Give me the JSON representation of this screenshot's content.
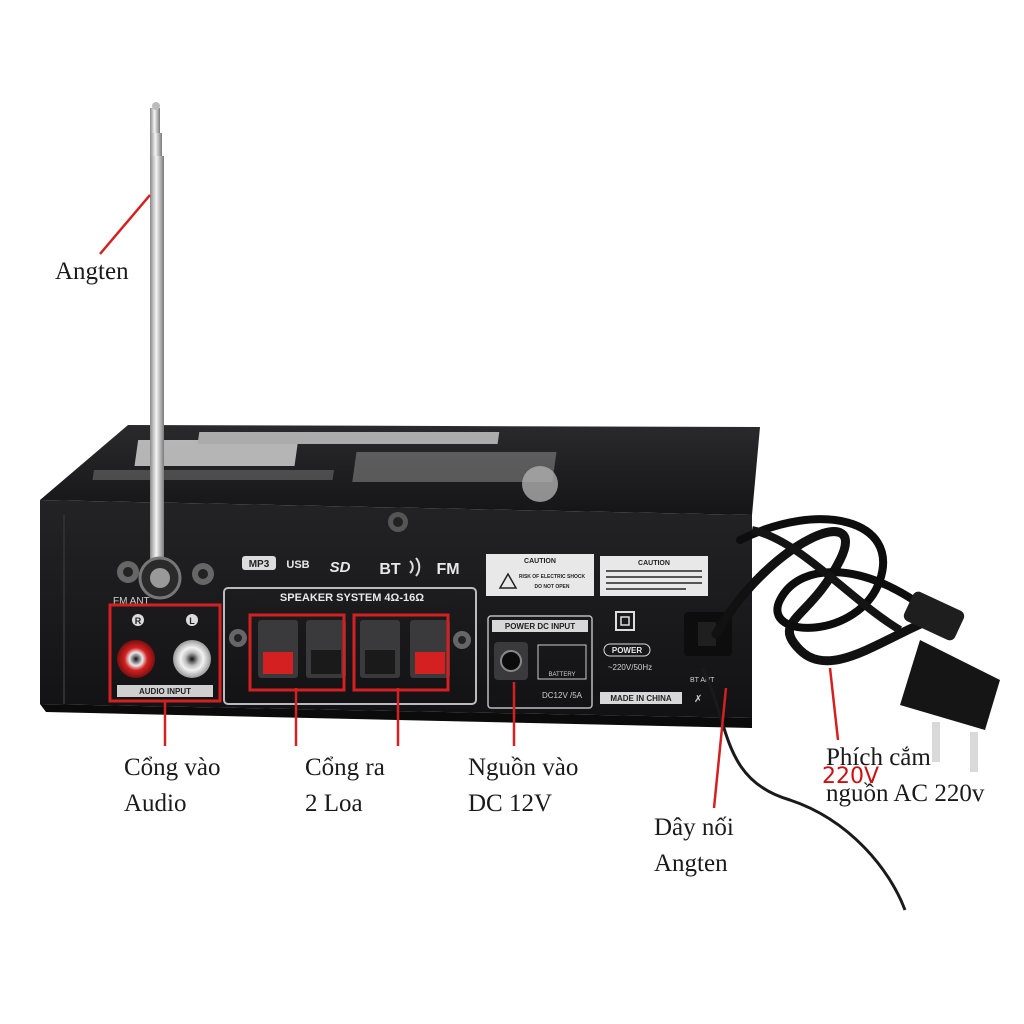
{
  "callouts": {
    "antenna": "Angten",
    "audio_in": [
      "Cổng vào",
      "Audio"
    ],
    "speaker_out": [
      "Cổng ra",
      "2 Loa"
    ],
    "dc_in": [
      "Nguồn vào",
      "DC 12V"
    ],
    "antenna_wire": [
      "Dây nối",
      "Angten"
    ],
    "ac_plug": [
      "Phích cắm",
      "nguồn AC 220v"
    ],
    "voltage_note": "220V"
  },
  "panel": {
    "logos": {
      "mp3": "MP3",
      "usb": "USB",
      "sd": "SD",
      "bt": "BT",
      "fm": "FM"
    },
    "fm_ant": "FM ANT",
    "rca_right": "R",
    "rca_left": "L",
    "audio_input": "AUDIO INPUT",
    "speaker_system": "SPEAKER SYSTEM 4Ω-16Ω",
    "caution_left_title": "CAUTION",
    "caution_left_line1": "RISK OF ELECTRIC SHOCK",
    "caution_left_line2": "DO NOT OPEN",
    "caution_right_title": "CAUTION",
    "power_dc_input": "POWER DC INPUT",
    "battery": "BATTERY",
    "dc_rating": "DC12V /5A",
    "power_label": "POWER",
    "ac_rating": "~220V/50Hz",
    "made_in": "MADE IN CHINA",
    "bt_ant": "BT ANT"
  },
  "colors": {
    "accent": "#d42020",
    "panel": "#1c1c1e",
    "background": "#ffffff"
  }
}
